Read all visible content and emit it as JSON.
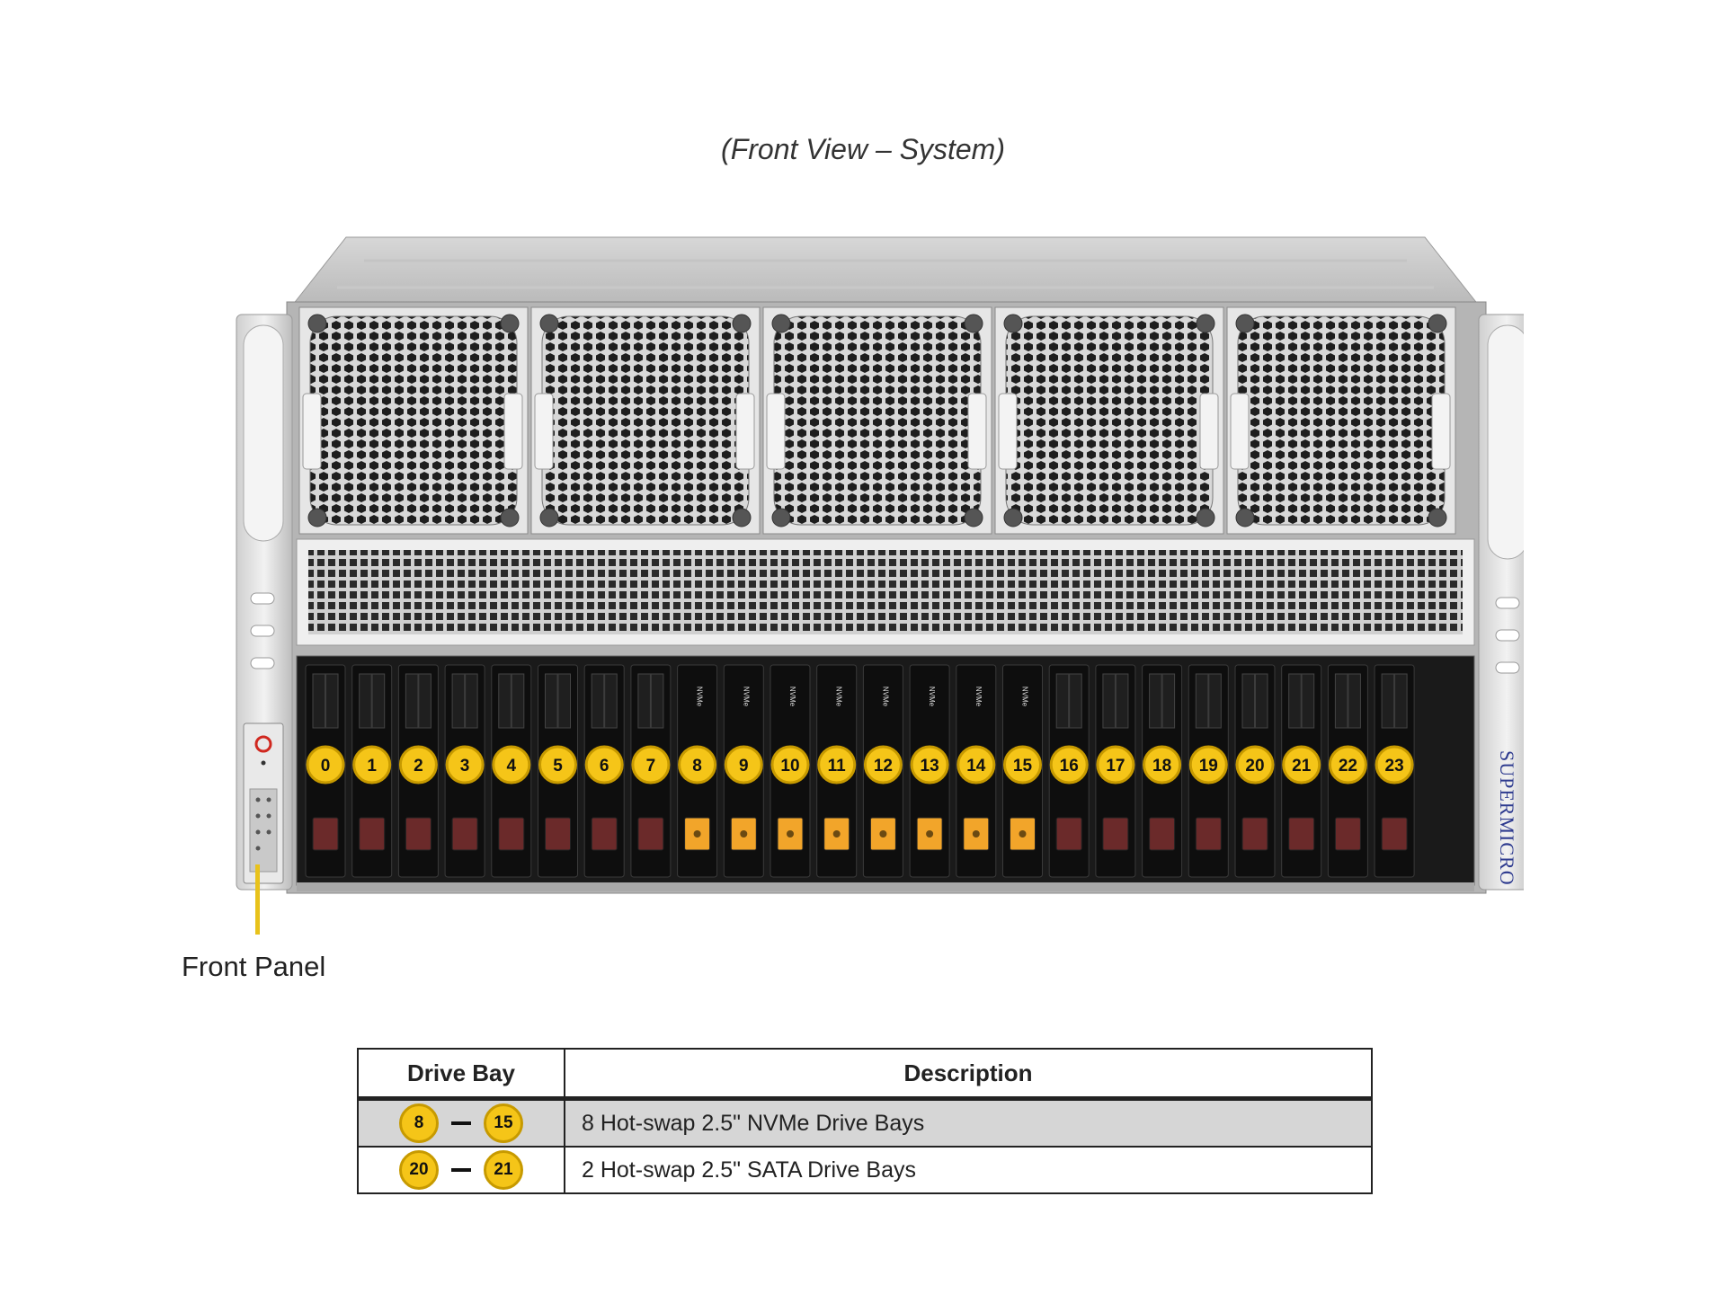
{
  "caption": "(Front View – System)",
  "front_panel_label": "Front Panel",
  "brand": "SUPERMICRO",
  "drive_bays": [
    "0",
    "1",
    "2",
    "3",
    "4",
    "5",
    "6",
    "7",
    "8",
    "9",
    "10",
    "11",
    "12",
    "13",
    "14",
    "15",
    "16",
    "17",
    "18",
    "19",
    "20",
    "21",
    "22",
    "23"
  ],
  "nvme_tag": "NVMe",
  "colors": {
    "badge_fill": "#f5c518",
    "badge_ring": "#c79a00",
    "nvme_latch": "#f2a52a",
    "std_latch": "#6b2a2a",
    "indicator_line": "#e8c21b"
  },
  "table": {
    "headers": [
      "Drive Bay",
      "Description"
    ],
    "rows": [
      {
        "from": "8",
        "to": "15",
        "description": "8 Hot-swap 2.5\" NVMe Drive Bays"
      },
      {
        "from": "20",
        "to": "21",
        "description": "2 Hot-swap 2.5\" SATA Drive Bays"
      }
    ]
  }
}
